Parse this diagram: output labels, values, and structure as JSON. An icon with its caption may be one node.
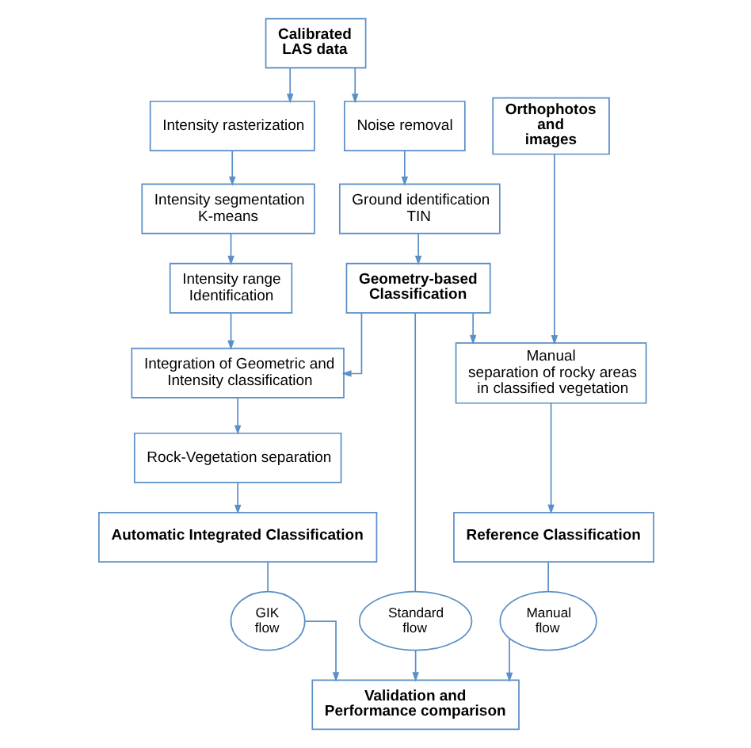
{
  "diagram": {
    "nodes": [
      {
        "text": [
          "Calibrated LAS data"
        ]
      },
      {
        "text": [
          "Intensity rasterization"
        ]
      },
      {
        "text": [
          "Noise removal"
        ]
      },
      {
        "text": [
          "Orthophotos and images"
        ]
      },
      {
        "text": [
          "Intensity segmentation K-means"
        ]
      },
      {
        "text": [
          "Ground identification TIN"
        ]
      },
      {
        "text": [
          "Intensity range Identification"
        ]
      },
      {
        "text": [
          "Geometry-based Classification"
        ]
      },
      {
        "text": [
          "Manual separation of rocky areas in classified vegetation"
        ]
      },
      {
        "text": [
          "Integration of Geometric and Intensity classification"
        ]
      },
      {
        "text": [
          "Rock-Vegetation separation"
        ]
      },
      {
        "text": [
          "Automatic Integrated Classification"
        ]
      },
      {
        "text": [
          "Reference Classification"
        ]
      },
      {
        "text": [
          "GIK flow"
        ]
      },
      {
        "text": [
          "Standard flow"
        ]
      },
      {
        "text": [
          "Manual flow"
        ]
      },
      {
        "text": [
          "Validation and Performance comparison"
        ]
      }
    ],
    "edges": [
      {
        "from": 0,
        "to": 1,
        "arrow": "to"
      },
      {
        "from": 0,
        "to": 2,
        "arrow": "to"
      },
      {
        "from": 1,
        "to": 4,
        "arrow": "to"
      },
      {
        "from": 2,
        "to": 5,
        "arrow": "to"
      },
      {
        "from": 4,
        "to": 6,
        "arrow": "to"
      },
      {
        "from": 5,
        "to": 7,
        "arrow": "to"
      },
      {
        "from": 6,
        "to": 9,
        "arrow": "to"
      },
      {
        "from": 7,
        "to": 9,
        "arrow": "to"
      },
      {
        "from": 7,
        "to": 8,
        "arrow": "to"
      },
      {
        "from": 3,
        "to": 8,
        "arrow": "to"
      },
      {
        "from": 9,
        "to": 10,
        "arrow": "to"
      },
      {
        "from": 10,
        "to": 11,
        "arrow": "to"
      },
      {
        "from": 8,
        "to": 12,
        "arrow": "to"
      },
      {
        "from": 11,
        "to": 13,
        "arrow": "none"
      },
      {
        "from": 7,
        "to": 14,
        "arrow": "none"
      },
      {
        "from": 12,
        "to": 15,
        "arrow": "none"
      },
      {
        "from": 13,
        "to": 16,
        "arrow": "to"
      },
      {
        "from": 14,
        "to": 16,
        "arrow": "to"
      },
      {
        "from": 15,
        "to": 16,
        "arrow": "to"
      }
    ]
  }
}
